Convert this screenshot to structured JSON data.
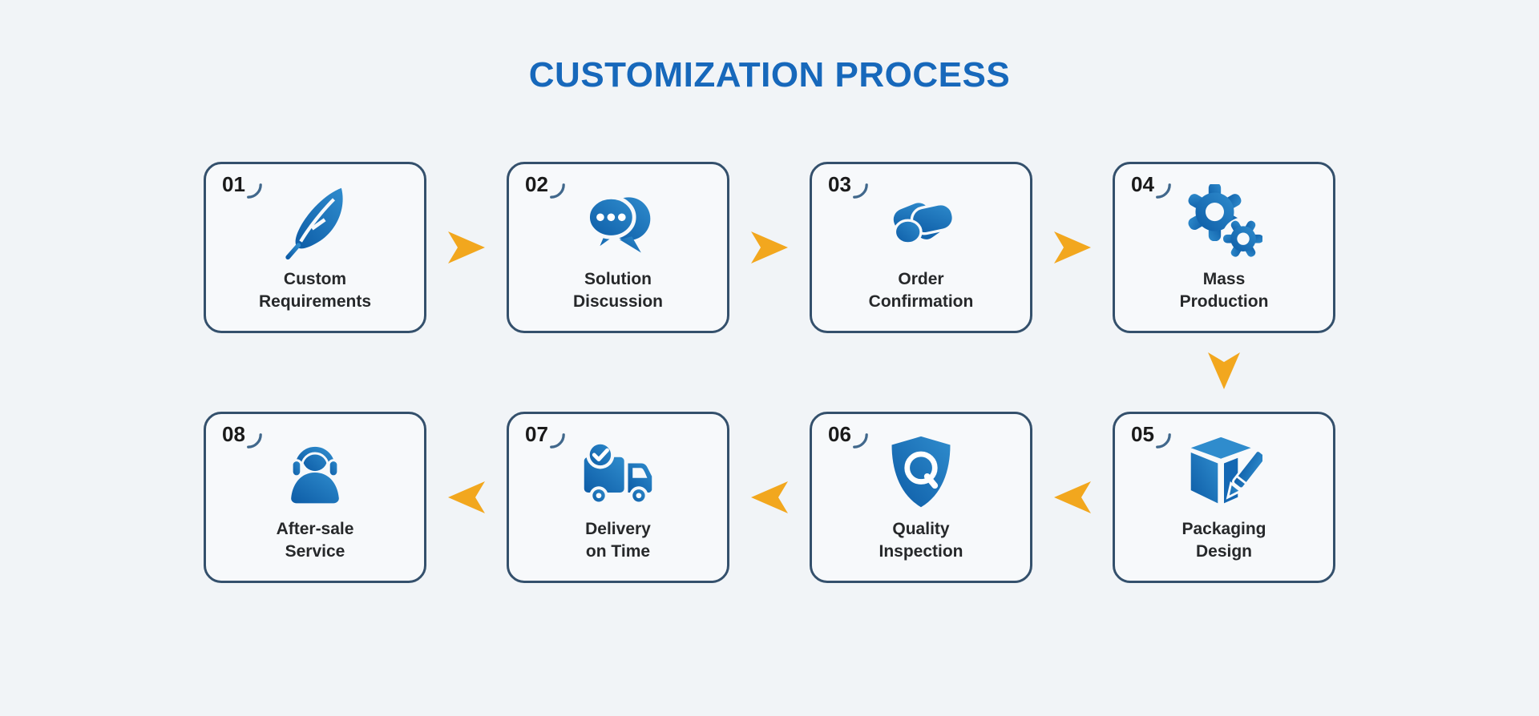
{
  "title": "CUSTOMIZATION PROCESS",
  "colors": {
    "page_bg": "#f1f4f7",
    "card_bg": "#f7f9fb",
    "card_border": "#34506c",
    "title": "#1768bb",
    "icon_light": "#2f8ccd",
    "icon_dark": "#0d5ca6",
    "arrow": "#f2a71e",
    "number": "#1a1a1a",
    "label": "#26282a",
    "number_arc": "#41688c"
  },
  "steps": [
    {
      "number": "01",
      "label_line1": "Custom",
      "label_line2": "Requirements",
      "icon": "feather-quill-icon"
    },
    {
      "number": "02",
      "label_line1": "Solution",
      "label_line2": "Discussion",
      "icon": "chat-bubbles-icon"
    },
    {
      "number": "03",
      "label_line1": "Order",
      "label_line2": "Confirmation",
      "icon": "handshake-icon"
    },
    {
      "number": "04",
      "label_line1": "Mass",
      "label_line2": "Production",
      "icon": "gears-icon"
    },
    {
      "number": "05",
      "label_line1": "Packaging",
      "label_line2": "Design",
      "icon": "box-pencil-icon"
    },
    {
      "number": "06",
      "label_line1": "Quality",
      "label_line2": "Inspection",
      "icon": "shield-q-icon"
    },
    {
      "number": "07",
      "label_line1": "Delivery",
      "label_line2": "on Time",
      "icon": "truck-check-icon"
    },
    {
      "number": "08",
      "label_line1": "After-sale",
      "label_line2": "Service",
      "icon": "headset-agent-icon"
    }
  ],
  "flow": {
    "top_row_steps": [
      "01",
      "02",
      "03",
      "04"
    ],
    "bottom_row_steps": [
      "08",
      "07",
      "06",
      "05"
    ],
    "top_row_arrow_direction": "right",
    "connector_arrow_direction": "down",
    "bottom_row_arrow_direction": "left"
  }
}
